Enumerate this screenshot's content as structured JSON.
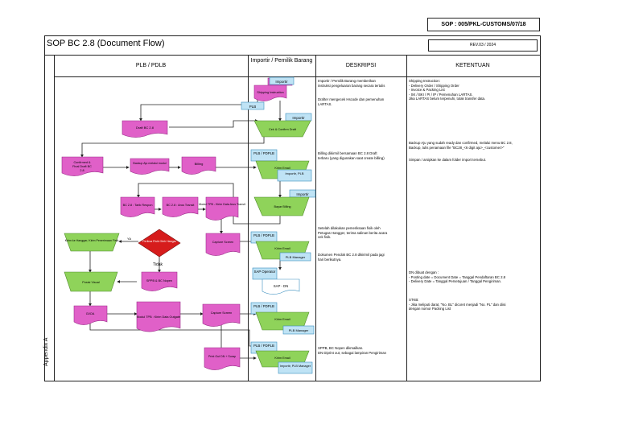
{
  "header": {
    "sop_code": "SOP : 005/PKL-CUSTOMS/07/18",
    "title": "SOP BC 2.8 (Document Flow)",
    "rev": "REV.03 / 2024",
    "appendix": "Appendix A"
  },
  "columns": {
    "plb": "PLB / PDLB",
    "importir": "Importir / Pemilik Barang",
    "deskripsi": "DESKRIPSI",
    "ketentuan": "KETENTUAN"
  },
  "diagram": {
    "importir_tag": "Importir",
    "shipping_instruction": "Shipping Instruction",
    "plb_tag": "PLB",
    "draft_bc": "Draft BC 2.8",
    "cek_confirm_draft": "Cek & Confirm Draft",
    "confirmed_final": "Confirmed & Final Draft BC 2.8",
    "backup_aju": "Backup Aju melalui modul",
    "billing": "Billing",
    "plb_pdplb": "PLB / PDPLB",
    "kirim_email": "Kirim Email",
    "importir_plb": "Importir, PLB",
    "bayar_billing": "Bayar Billing",
    "bc_tarik_respon": "BC 2.8 : Tarik Respon",
    "bc_arus_transit": "BC 2.8 : Arus Transit",
    "modul_tpb": "Modul TPB - Kirim Data Arus Transit",
    "periksa_fisik": "Periksa Fisik Oleh Hangar",
    "kirim_hanggar": "Kirim ke Hanggar, Kirim Penerimaan Fisik",
    "capture_screen": "Capture Screen",
    "plb_manager": "PLB Manager",
    "ya": "YA",
    "tidak": "Tidak",
    "sppb_nopen": "SPPB & BC Nopen",
    "sap_operator": "SAP Operator",
    "sap_dn": "SAP - DN",
    "posisi_visual": "Posisi Visual",
    "gi_oa": "GI/OA",
    "modul_tpb_outgate": "Modul TPB : Kirim Data Outgate",
    "print_out": "Print Out DN + Surap",
    "importir_plb_manager": "Importir, PLB Manager"
  },
  "descriptions": [
    "Importir / Pemilik Barang memberikan\ninstruksi pengeluaran barang secara tertulis",
    "Drafter mengecek Hscode dan pemenuhan\nLARTAS.",
    "Billing dikirmil bersamaan BC 2.8 Draft\nterbaru (yang digunakan saat create billing)",
    "Setelah dilakukan pemeriksaan fisik oleh\nPetugas Hangger, terima salinan berita acara\ncek fisik.",
    "Dokumen Pendok BC 2.8 dikirimil pada jagi\nhari berikutnya.",
    "SPPB, BC Nopen dikmailkan.\nDN Diprint out, sebagai lampiran Pengiriman"
  ],
  "ketentuan": [
    "Shipping Instruction:\n- Delivery Order / Shipping Order\n- Invoice & Packing List\n- SK / BKI / PI / IP / Pemenuhan LARTAS.\nJika LARTAS belum terpenuhi, tolak transfer data.",
    "Backup Aju yang sudah ready dan confirmed, melalui menu BC 2.8,\nBackup, tulis penamaan file \"BC28_<6 digit aju>_<customer>\"",
    "Simpan / arsipkan ke dalam folder import tersebut.",
    "DN dibuat dengan :\n- Posting date = Document Date = Tanggal Pendaftaran BC 2.8\n- Delivery Date = Tanggal Persetujuan / Tanggal Pengiriman.",
    "STKB:\n- Jika meliputi darat, \"No. BL\" dicoret menjadi \"No. PL\" dan  diisi\ndengan nomor Packing List"
  ],
  "colors": {
    "magenta": "#e060c8",
    "green": "#8fd35a",
    "red": "#d61c1c",
    "blue_tag": "#bfe3f5",
    "blue_border": "#3b8fbf"
  }
}
